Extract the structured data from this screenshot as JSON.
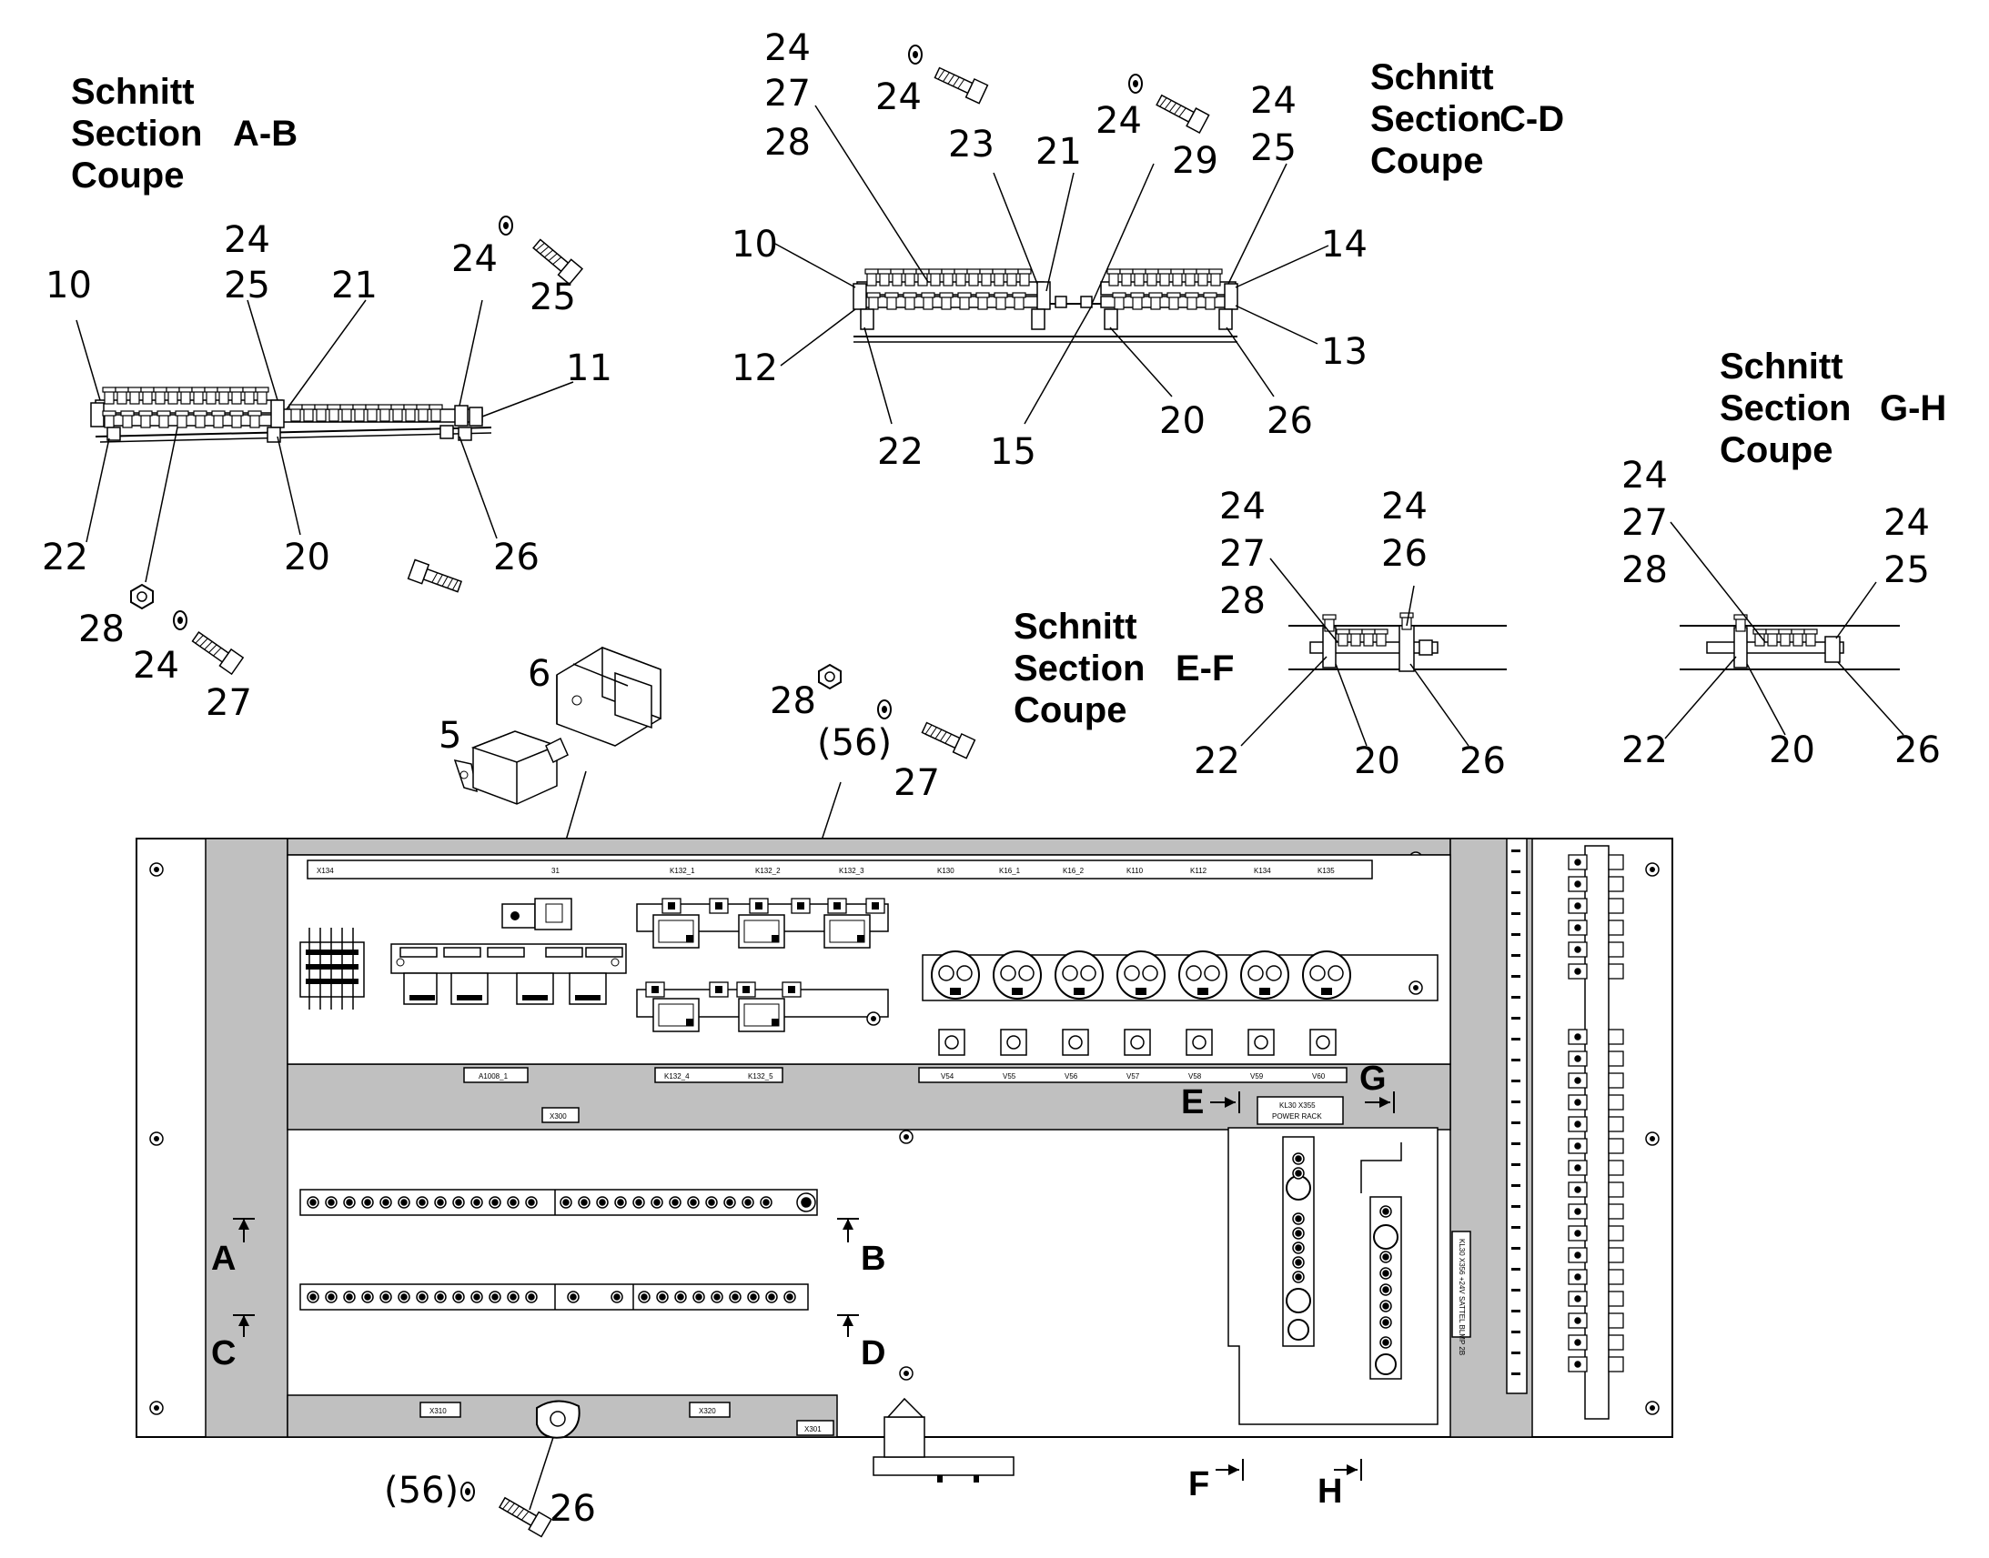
{
  "headers": {
    "ab": {
      "l1": "Schnitt",
      "l2": "Section",
      "l3": "Coupe",
      "id": "A-B"
    },
    "cd": {
      "l1": "Schnitt",
      "l2": "Section",
      "l3": "Coupe",
      "id": "C-D"
    },
    "ef": {
      "l1": "Schnitt",
      "l2": "Section",
      "l3": "Coupe",
      "id": "E-F"
    },
    "gh": {
      "l1": "Schnitt",
      "l2": "Section",
      "l3": "Coupe",
      "id": "G-H"
    }
  },
  "callouts_ab": [
    {
      "text": "24"
    },
    {
      "text": "25"
    },
    {
      "text": "10"
    },
    {
      "text": "21"
    },
    {
      "text": "24"
    },
    {
      "text": "25"
    },
    {
      "text": "11"
    },
    {
      "text": "22"
    },
    {
      "text": "20"
    },
    {
      "text": "26"
    },
    {
      "text": "28"
    },
    {
      "text": "24"
    },
    {
      "text": "27"
    }
  ],
  "callouts_cd": [
    {
      "text": "24"
    },
    {
      "text": "27"
    },
    {
      "text": "28"
    },
    {
      "text": "24"
    },
    {
      "text": "23"
    },
    {
      "text": "21"
    },
    {
      "text": "24"
    },
    {
      "text": "29"
    },
    {
      "text": "24"
    },
    {
      "text": "25"
    },
    {
      "text": "10"
    },
    {
      "text": "14"
    },
    {
      "text": "12"
    },
    {
      "text": "13"
    },
    {
      "text": "22"
    },
    {
      "text": "15"
    },
    {
      "text": "20"
    },
    {
      "text": "26"
    }
  ],
  "callouts_ef": [
    {
      "text": "24"
    },
    {
      "text": "27"
    },
    {
      "text": "28"
    },
    {
      "text": "24"
    },
    {
      "text": "26"
    },
    {
      "text": "22"
    },
    {
      "text": "20"
    },
    {
      "text": "26"
    }
  ],
  "callouts_gh": [
    {
      "text": "24"
    },
    {
      "text": "27"
    },
    {
      "text": "28"
    },
    {
      "text": "24"
    },
    {
      "text": "25"
    },
    {
      "text": "22"
    },
    {
      "text": "20"
    },
    {
      "text": "26"
    }
  ],
  "callouts_main": [
    {
      "text": "6"
    },
    {
      "text": "5"
    },
    {
      "text": "28"
    },
    {
      "text": "(56)"
    },
    {
      "text": "27"
    },
    {
      "text": "(56)"
    },
    {
      "text": "26"
    }
  ],
  "section_arrows": {
    "a": "A",
    "b": "B",
    "c": "C",
    "d": "D",
    "e": "E",
    "f": "F",
    "g": "G",
    "h": "H"
  },
  "panel_labels": {
    "top_strip": [
      "X134",
      "31",
      "K132_1",
      "K132_2",
      "K132_3",
      "K130",
      "K16_1",
      "K16_2",
      "K110",
      "K112",
      "K134",
      "K135"
    ],
    "a1008": "A1008_1",
    "k132_4": "K132_4",
    "k132_5": "K132_5",
    "v_labels": [
      "V54",
      "V55",
      "V56",
      "V57",
      "V58",
      "V59",
      "V60"
    ],
    "x300": "X300",
    "x310": "X310",
    "x320": "X320",
    "x301": "X301",
    "power_rack_1": "KL30 X355",
    "power_rack_2": "POWER RACK",
    "vertical_label": "KL30 X356 +24V SATTEL BLMP 2B"
  }
}
